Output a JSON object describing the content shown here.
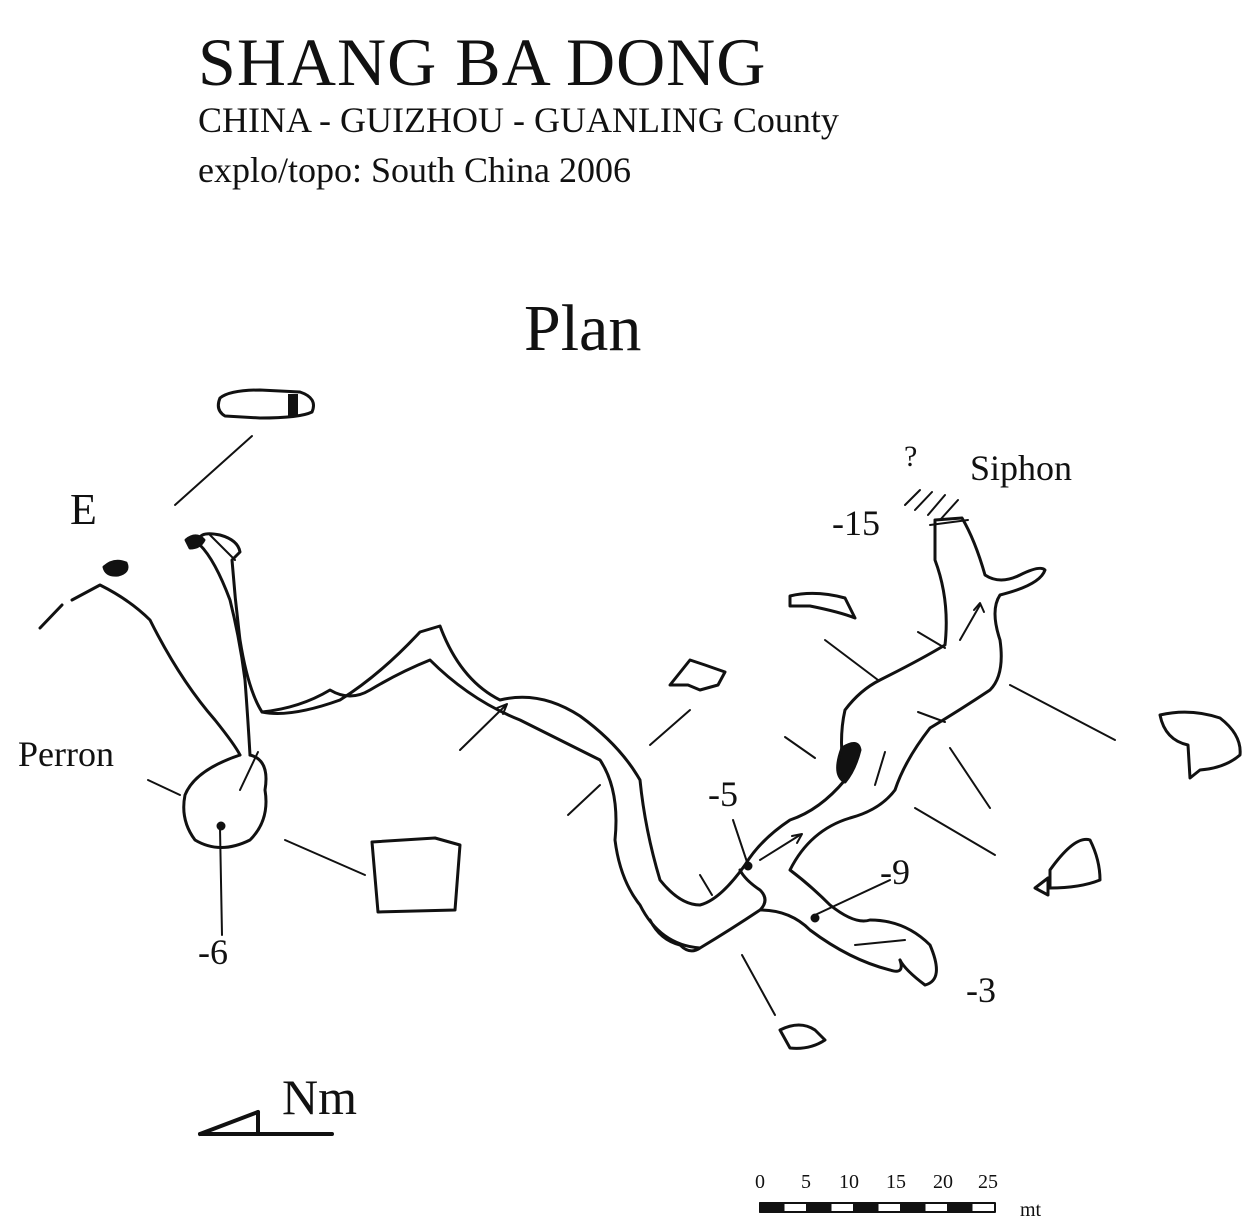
{
  "header": {
    "title": "SHANG BA DONG",
    "subtitle": "CHINA - GUIZHOU - GUANLING County",
    "credits": "explo/topo: South China 2006"
  },
  "section_title": "Plan",
  "labels": {
    "entrance": "E",
    "perron": "Perron",
    "siphon": "Siphon",
    "question": "?",
    "depth_minus15": "-15",
    "depth_minus6": "-6",
    "depth_minus5": "-5",
    "depth_minus9": "-9",
    "depth_minus3": "-3"
  },
  "north_arrow": {
    "label": "Nm"
  },
  "scale_bar": {
    "ticks": [
      "0",
      "5",
      "10",
      "15",
      "20",
      "25"
    ],
    "unit": "mt"
  },
  "colors": {
    "ink": "#111111",
    "paper": "#ffffff"
  }
}
